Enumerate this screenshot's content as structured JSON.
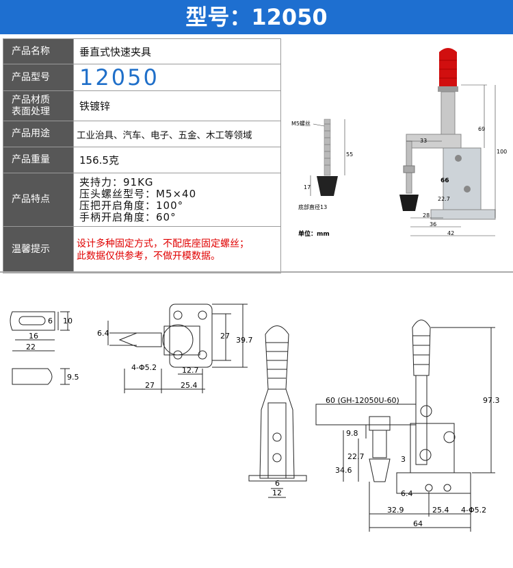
{
  "title": "型号：12050",
  "specs": {
    "name_label": "产品名称",
    "name_value": "垂直式快速夹具",
    "model_label": "产品型号",
    "model_value": "12050",
    "material_label_1": "产品材质",
    "material_label_2": "表面处理",
    "material_value": "铁镀锌",
    "use_label": "产品用途",
    "use_value": "工业治具、汽车、电子、五金、木工等领域",
    "weight_label": "产品重量",
    "weight_value": "156.5克",
    "feature_label": "产品特点",
    "feature_lines": [
      "夹持力：91KG",
      "压头螺丝型号：M5×40",
      "压把开启角度：100°",
      "手柄开启角度：60°"
    ],
    "tip_label": "温馨提示",
    "tip_lines": [
      "设计多种固定方式，不配底座固定螺丝；",
      "此数据仅供参考，不做开模数据。"
    ]
  },
  "photo": {
    "m5_label": "M5螺丝",
    "d55": "55",
    "d17": "17",
    "base_label": "底部直径13",
    "unit_label": "单位：mm",
    "d69": "69",
    "d100": "100",
    "d33": "33",
    "d66": "66",
    "d22_7": "22.7",
    "d28": "28",
    "d36": "36",
    "d42": "42"
  },
  "drawing": {
    "d6a": "6",
    "d10a": "10",
    "d16": "16",
    "d22": "22",
    "d9_5": "9.5",
    "d6_4a": "6.4",
    "d27a": "27",
    "d39_7": "39.7",
    "hole_a": "4-Φ5.2",
    "d12_7": "12.7",
    "d27b": "27",
    "d25_4a": "25.4",
    "d6b": "6",
    "d12": "12",
    "d60_label": "60 (GH-12050U-60)",
    "d97_3": "97.3",
    "d9_8": "9.8",
    "d22_7": "22.7",
    "d34_6": "34.6",
    "d3": "3",
    "d6_4b": "6.4",
    "d32_9": "32.9",
    "d25_4b": "25.4",
    "hole_b": "4-Φ5.2",
    "d64": "64"
  }
}
